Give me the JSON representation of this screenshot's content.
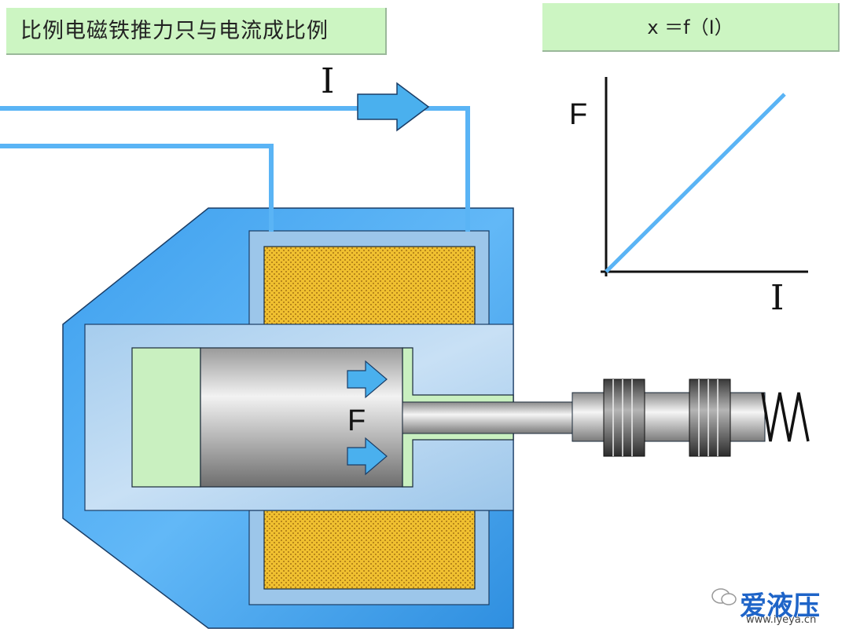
{
  "title": "比例电磁铁推力只与电流成比例",
  "formula": "x ＝f（I）",
  "labels": {
    "current_arrow": "I",
    "force": "F",
    "graph_y": "F",
    "graph_x": "I"
  },
  "watermark": {
    "brand": "爱液压",
    "url": "www.iyeya.cn"
  },
  "colors": {
    "housing": "#4aa8f0",
    "coil": "#f0c030",
    "wire": "#5ab4f5",
    "caption_bg": "#ccf5c2",
    "plot_line": "#5ab4f5"
  }
}
